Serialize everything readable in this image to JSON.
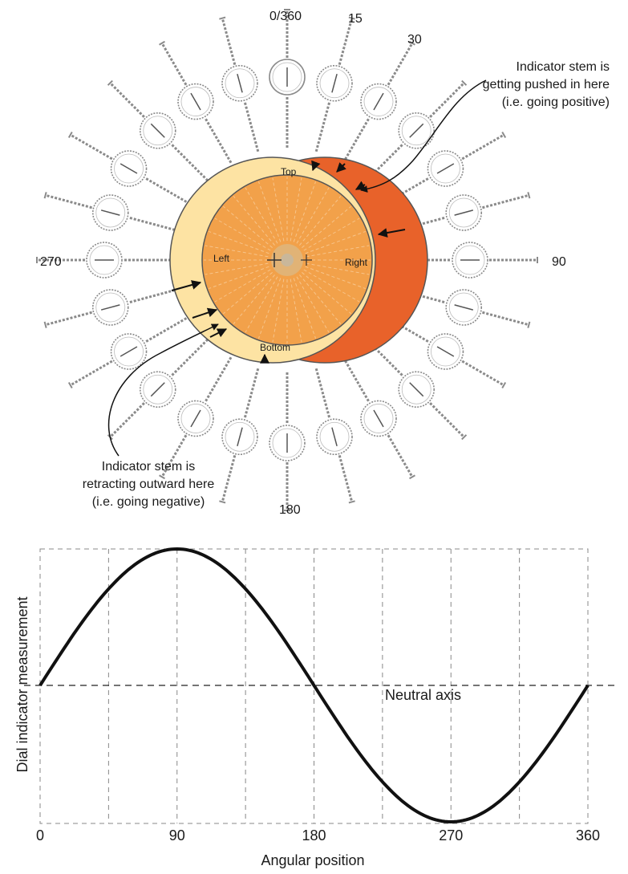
{
  "diagram": {
    "angle_labels": {
      "a0": "0/360",
      "a15": "15",
      "a30": "30",
      "a90": "90",
      "a180": "180",
      "a270": "270"
    },
    "shaft_labels": {
      "top": "Top",
      "left": "Left",
      "right": "Right",
      "bottom": "Bottom"
    },
    "annotation_positive": [
      "Indicator stem is",
      "getting pushed in here",
      "(i.e. going positive)"
    ],
    "annotation_negative": [
      "Indicator stem is",
      "retracting outward here",
      "(i.e. going negative)"
    ],
    "indicator_count": 24,
    "colors": {
      "ring_light": "#fde3a3",
      "ring_dark": "#e8622a",
      "shaft_fill": "#f2a14a",
      "shaft_stroke": "#555555",
      "indicator_stroke": "#8a8a8a"
    }
  },
  "chart_data": {
    "type": "line",
    "xlabel": "Angular position",
    "ylabel": "Dial indicator measurement",
    "neutral_axis_label": "Neutral axis",
    "x_ticks": [
      "0",
      "90",
      "180",
      "270",
      "360"
    ],
    "xlim": [
      0,
      360
    ],
    "ylim": [
      -1,
      1
    ],
    "grid": true,
    "series": [
      {
        "x": [
          0,
          22.5,
          45,
          67.5,
          90,
          112.5,
          135,
          157.5,
          180,
          202.5,
          225,
          247.5,
          270,
          292.5,
          315,
          337.5,
          360
        ],
        "values": [
          0,
          0.383,
          0.707,
          0.924,
          1,
          0.924,
          0.707,
          0.383,
          0,
          -0.383,
          -0.707,
          -0.924,
          -1,
          -0.924,
          -0.707,
          -0.383,
          0
        ]
      }
    ]
  }
}
